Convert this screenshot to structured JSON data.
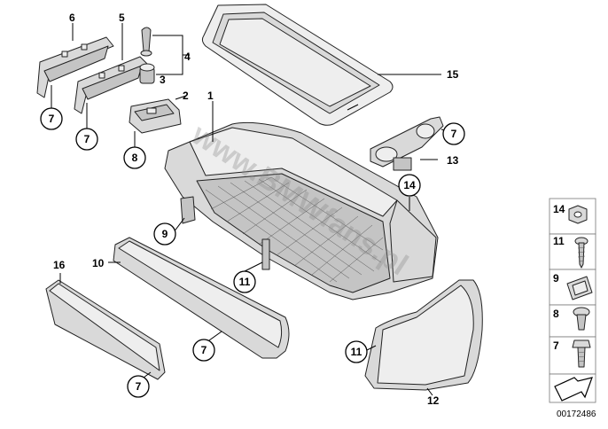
{
  "callouts": {
    "c1": "1",
    "c2": "2",
    "c3": "3",
    "c4": "4",
    "c5": "5",
    "c6": "6",
    "c7a": "7",
    "c7b": "7",
    "c7c": "7",
    "c7d": "7",
    "c7e": "7",
    "c8": "8",
    "c9": "9",
    "c10": "10",
    "c11a": "11",
    "c11b": "11",
    "c12": "12",
    "c13": "13",
    "c14": "14",
    "c15": "15",
    "c16": "16"
  },
  "legend": {
    "items": [
      {
        "number": "14",
        "icon": "nut-icon"
      },
      {
        "number": "11",
        "icon": "screw-icon"
      },
      {
        "number": "9",
        "icon": "clip-nut-icon"
      },
      {
        "number": "8",
        "icon": "expanding-rivet-icon"
      },
      {
        "number": "7",
        "icon": "hex-bolt-icon"
      }
    ],
    "arrow_icon": "forward-arrow-icon"
  },
  "watermark": "www.BMWfans.pl",
  "document_id": "00172486"
}
